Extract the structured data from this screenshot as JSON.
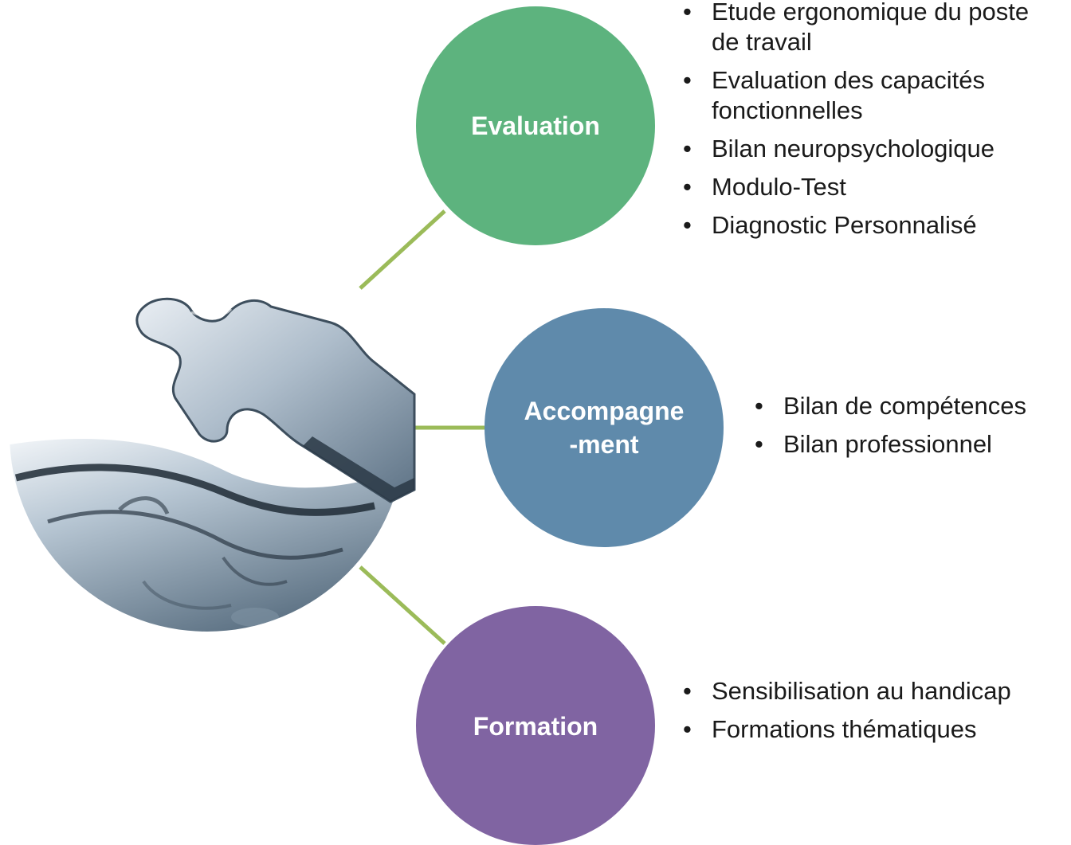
{
  "colors": {
    "evaluation": "#5db37e",
    "accompagnement": "#5f8aab",
    "formation": "#8064a2",
    "connector": "#9bbb59",
    "text": "#1a1a1a"
  },
  "center_image": {
    "icon": "puzzle-sphere-image"
  },
  "nodes": [
    {
      "label_lines": [
        "Evaluation"
      ],
      "items": [
        "Etude ergonomique du poste de travail",
        "Evaluation des capacités fonctionnelles",
        "Bilan neuropsychologique",
        "Modulo-Test",
        "Diagnostic Personnalisé"
      ]
    },
    {
      "label_lines": [
        "Accompagne",
        "-ment"
      ],
      "items": [
        "Bilan de compétences",
        "Bilan professionnel"
      ]
    },
    {
      "label_lines": [
        "Formation"
      ],
      "items": [
        "Sensibilisation au handicap",
        "Formations thématiques"
      ]
    }
  ]
}
